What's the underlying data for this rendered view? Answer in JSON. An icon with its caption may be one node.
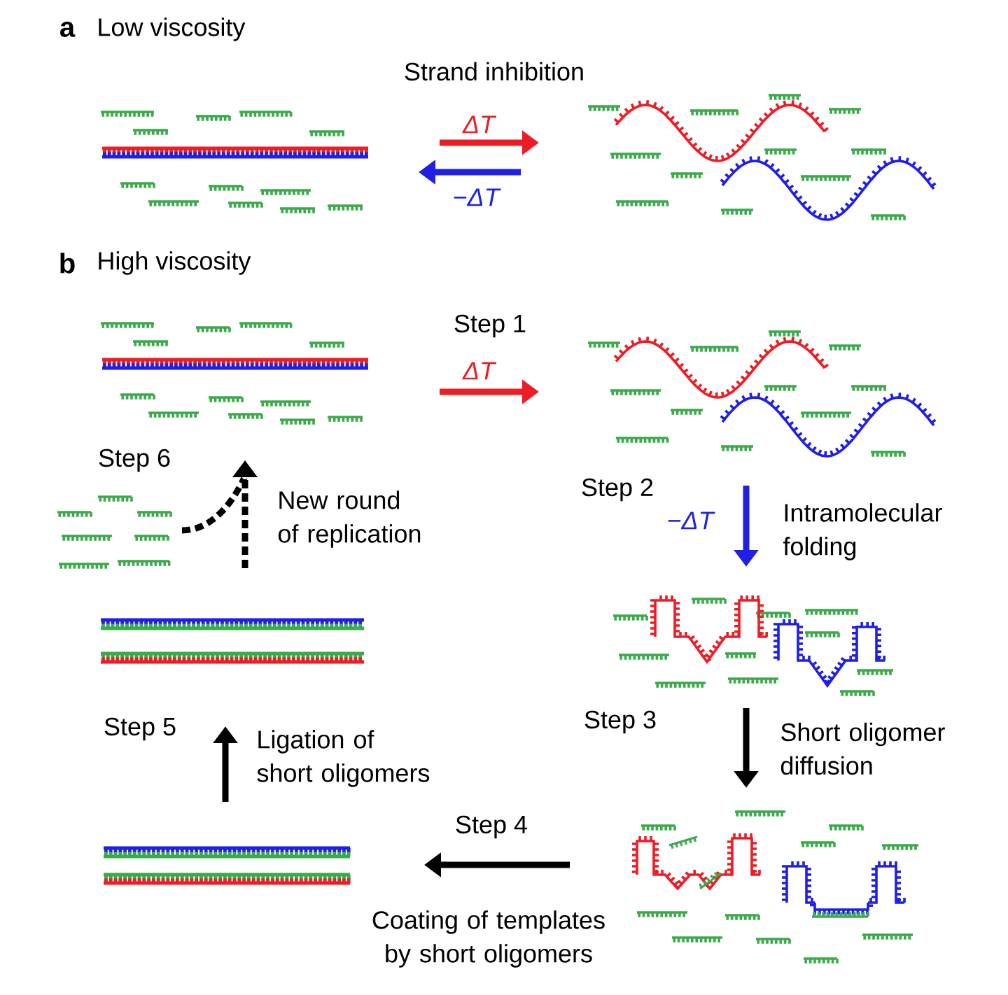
{
  "diagram": {
    "nodes": [
      {
        "text": [],
        "shape": "picture"
      },
      {
        "text": [],
        "shape": "picture"
      },
      {
        "text": [],
        "shape": "picture"
      },
      {
        "text": [],
        "shape": "picture"
      },
      {
        "text": [],
        "shape": "picture"
      },
      {
        "text": [],
        "shape": "picture"
      },
      {
        "text": [],
        "shape": "picture"
      },
      {
        "text": [],
        "shape": "picture"
      },
      {
        "text": [],
        "shape": "picture"
      }
    ],
    "edges": [
      {
        "from": 0,
        "to": 1,
        "arrow": "to",
        "label": "ΔT",
        "color": "#ee1c25"
      },
      {
        "from": 1,
        "to": 0,
        "arrow": "to",
        "label": "−ΔT",
        "color": "#1f1fe6"
      },
      {
        "from": 2,
        "to": 3,
        "arrow": "to",
        "label": "ΔT",
        "color": "#ee1c25"
      },
      {
        "from": 3,
        "to": 4,
        "arrow": "to",
        "label": "−ΔT",
        "color": "#1f1fe6"
      },
      {
        "from": 4,
        "to": 5,
        "arrow": "to"
      },
      {
        "from": 5,
        "to": 6,
        "arrow": "to"
      },
      {
        "from": 6,
        "to": 7,
        "arrow": "to"
      },
      {
        "from": 7,
        "to": 2,
        "arrow": "to",
        "style": "dashed"
      },
      {
        "from": 8,
        "to": 2,
        "arrow": "to",
        "style": "dashed"
      }
    ],
    "labels": [
      "a",
      "Low viscosity",
      "Strand inhibition",
      "b",
      "High viscosity",
      "Step 1",
      "Step 6",
      "New round of replication",
      "Step 2",
      "Intramolecular folding",
      "Step 3",
      "Short oligomer diffusion",
      "Step 5",
      "Ligation of short oligomers",
      "Step 4",
      "Coating of templates by short oligomers"
    ]
  }
}
